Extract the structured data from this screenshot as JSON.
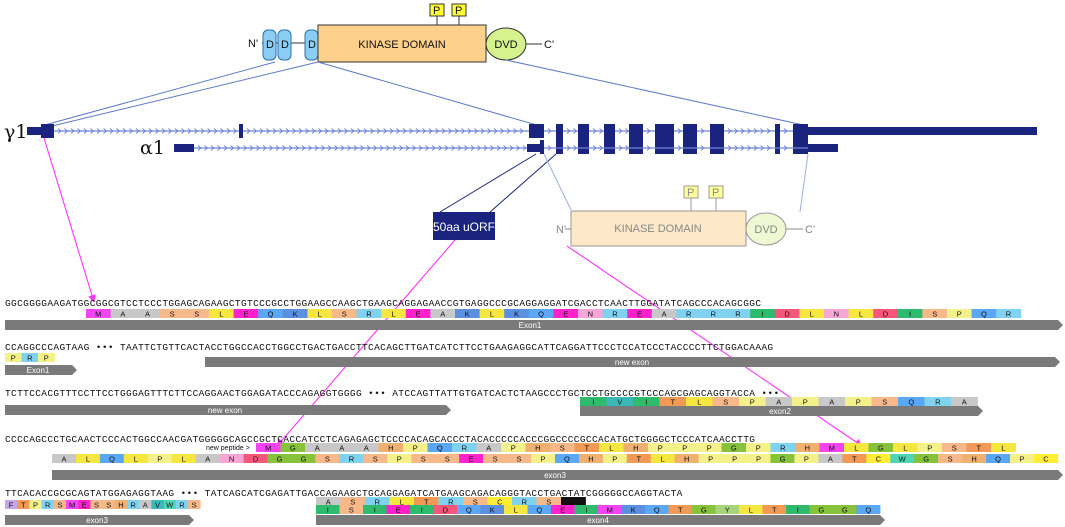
{
  "protein_top": {
    "n_term": "N'",
    "c_term": "C'",
    "d_label": "D",
    "kinase_label": "KINASE DOMAIN",
    "dvd_label": "DVD",
    "p_label": "P"
  },
  "protein_bottom": {
    "n_term": "N'",
    "c_term": "C'",
    "kinase_label": "KINASE DOMAIN",
    "dvd_label": "DVD",
    "p_label": "P"
  },
  "isoforms": {
    "gamma": "γ1",
    "alpha": "α1"
  },
  "uorf_label": "50aa uORF",
  "new_peptide_label": "new peptide >",
  "seq_rows": [
    "GGCGGGGAAGATGGCGGCGTCCTCCCTGGAGCAGAAGCTGTCCCGCCTGGAAGCCAAGCTGAAGCAGGAGAACCGTGAGGCCCGCAGGAGGATCGACCTCAACTTGGATATCAGCCCACAGCGGC",
    "CCAGGCCCAGTAAG ••• TAATTCTGTTCACTACCTGGCCACCTGGCCTGACTGACCTTCACAGCTTGATCATCTTCCTGAAGAGGCATTCAGGATTCCCTCCATCCCTACCCCTTCTGGACAAAG",
    "TCTTCCACGTTTCCTTCCTGGGAGTTTCTTCCAGGAACTGGAGATACCCAGAGGTGGGG ••• ATCCAGTTATTGTGATCACTCTAAGCCCTGCTCCTGCCCCGTCCCAGCGAGCAGGTACCA •••",
    "CCCCAGCCCTGCAACTCCCACTGGCCAACGATGGGGGCAGCCGCTCACCATCCTCAGAGAGCTCCCCACAGCACCCTACACCCCCACCCGGCCCCGCCACATGCTGGGGCTCCCATCAACCTTG",
    "TTCACACCGCGCAGTATGGAGAGGTAAG ••• TATCAGCATCGAGATTGACCAGAAGCTGCAGGAGATCATGAAGCAGACAGGGTACCTGACTATCGGGGGCCAGGTACTA"
  ],
  "aa_rows": [
    [
      "M",
      "A",
      "A",
      "S",
      "S",
      "L",
      "E",
      "Q",
      "K",
      "L",
      "S",
      "R",
      "L",
      "E",
      "A",
      "K",
      "L",
      "K",
      "Q",
      "E",
      "N",
      "R",
      "E",
      "A",
      "R",
      "R",
      "R",
      "I",
      "D",
      "L",
      "N",
      "L",
      "D",
      "I",
      "S",
      "P",
      "Q",
      "R"
    ],
    [
      "P",
      "R",
      "P"
    ],
    [
      "I",
      "V",
      "I",
      "T",
      "L",
      "S",
      "P",
      "A",
      "P",
      "A",
      "P",
      "S",
      "Q",
      "R",
      "A"
    ],
    [
      "A",
      "L",
      "Q",
      "L",
      "P",
      "L",
      "A",
      "N",
      "D",
      "G",
      "G",
      "S",
      "R",
      "S",
      "P",
      "S",
      "S",
      "E",
      "S",
      "S",
      "P",
      "Q",
      "H",
      "P",
      "T",
      "L",
      "H",
      "P",
      "P",
      "P",
      "G",
      "P",
      "A",
      "T",
      "C",
      "W",
      "G",
      "S",
      "H",
      "Q",
      "P",
      "C"
    ],
    [
      "F",
      "T",
      "P",
      "R",
      "S",
      "M",
      "E",
      "S",
      "S",
      "H",
      "R",
      "A",
      "V",
      "W",
      "R",
      "S"
    ],
    [
      "I",
      "S",
      "I",
      "E",
      "I",
      "D",
      "Q",
      "K",
      "L",
      "Q",
      "E",
      "I",
      "M",
      "K",
      "Q",
      "T",
      "G",
      "Y",
      "L",
      "T",
      "I",
      "G",
      "G",
      "Q"
    ],
    [
      "M",
      "G",
      "A",
      "A",
      "A",
      "H",
      "P",
      "Q",
      "R",
      "A",
      "P",
      "H",
      "S",
      "T",
      "L",
      "H",
      "P",
      "P",
      "P",
      "G",
      "P",
      "R",
      "H",
      "M",
      "L",
      "G",
      "L",
      "P",
      "S",
      "T",
      "L"
    ],
    [
      "A",
      "S",
      "R",
      "L",
      "T",
      "R",
      "S",
      "C",
      "R",
      "S",
      "*"
    ]
  ],
  "exon_labels": [
    "Exon1",
    "Exon1",
    "new exon",
    "new exon",
    "exon2",
    "exon3",
    "exon3",
    "exon4"
  ],
  "colors": {
    "gene_blue": "#1a237e",
    "intron_arrow": "#6f83d6",
    "magenta": "#ff33ff",
    "kinase_fill": "#fdd08b",
    "kinase_fill_faded": "#fde8c8",
    "dvd_fill": "#d6f28f",
    "d_fill": "#8ccdf3",
    "p_fill": "#ffff33",
    "exon_gray": "#7a7a7a"
  }
}
